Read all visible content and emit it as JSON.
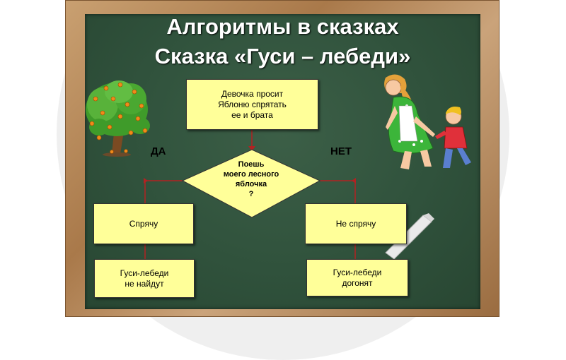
{
  "title": {
    "line1": "Алгоритмы в сказках",
    "line2": "Сказка «Гуси – лебеди»"
  },
  "flowchart": {
    "start": "Девочка просит\nЯблоню спрятать\nее и брата",
    "decision": "Поешь\nмоего лесного\nяблочка\n?",
    "yes_label": "ДА",
    "no_label": "НЕТ",
    "yes_action": "Спрячу",
    "no_action": "Не спрячу",
    "yes_result": "Гуси-лебеди\nне найдут",
    "no_result": "Гуси-лебеди\nдогонят"
  },
  "colors": {
    "board": "#30523c",
    "box_fill": "#ffff99",
    "connector": "#b22222",
    "frame": "#b8875a"
  },
  "illustrations": [
    "apple-tree",
    "girl-and-brother",
    "chalk-stick"
  ]
}
